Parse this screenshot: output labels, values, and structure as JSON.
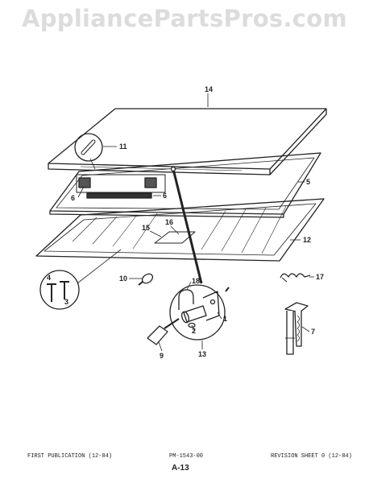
{
  "watermark": "AppliancePartsPros.com",
  "callouts": {
    "c14": "14",
    "c11": "11",
    "c5": "5",
    "c6a": "6",
    "c6b": "6",
    "c16": "16",
    "c15": "15",
    "c12": "12",
    "c4": "4",
    "c3": "3",
    "c10": "10",
    "c18": "18",
    "c17": "17",
    "c1": "1",
    "c2": "2",
    "c7": "7",
    "c9": "9",
    "c13": "13"
  },
  "footer": {
    "left": "FIRST PUBLICATION (12-84)",
    "center": "PM-1543-00",
    "right": "REVISION SHEET 0 (12-84)",
    "sheet": "A-13"
  }
}
